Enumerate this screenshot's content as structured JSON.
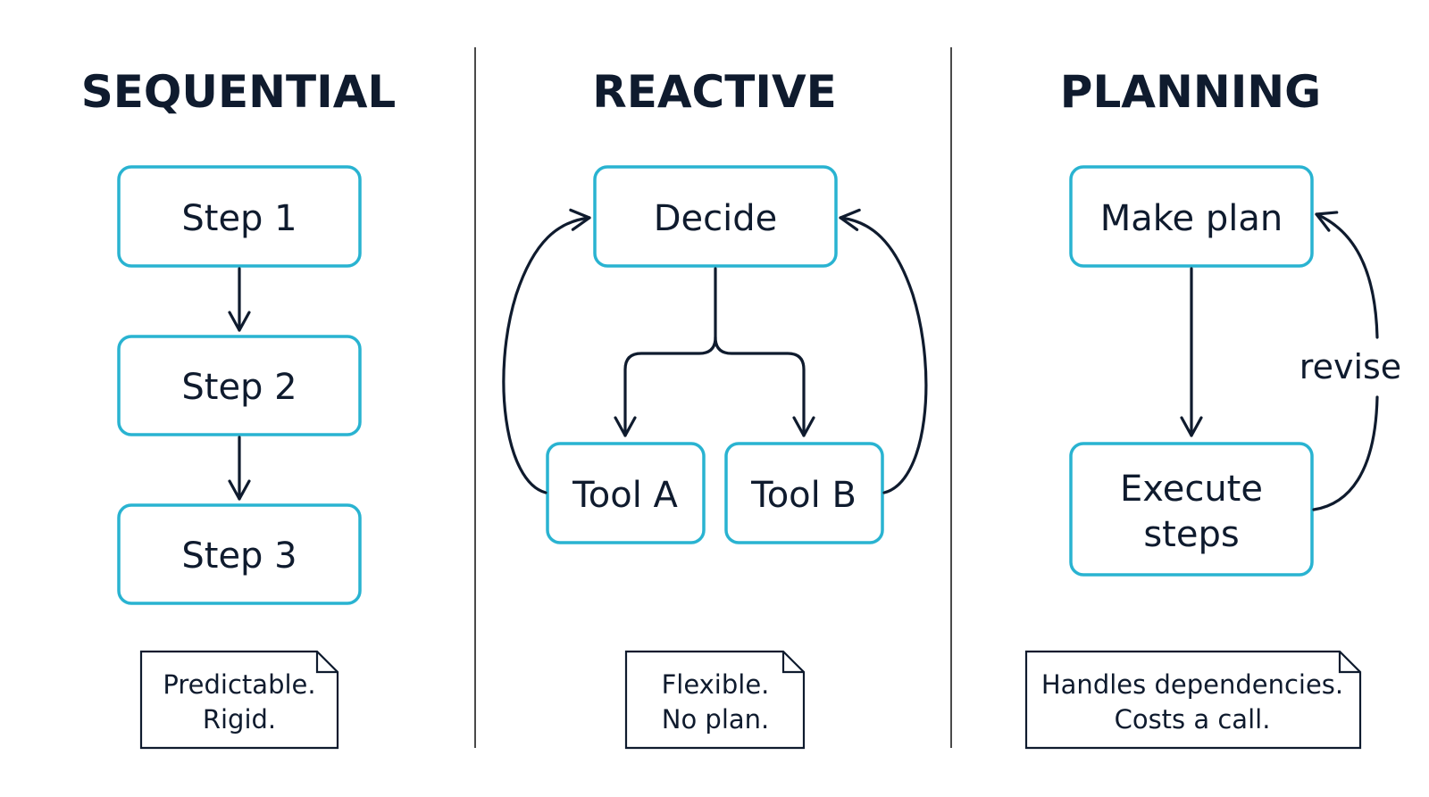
{
  "colors": {
    "node_border": "#29b3d1",
    "ink": "#0f1b2e",
    "divider": "#4a4a4a",
    "background": "#ffffff"
  },
  "panels": {
    "sequential": {
      "title": "SEQUENTIAL",
      "nodes": {
        "step1": "Step 1",
        "step2": "Step 2",
        "step3": "Step 3"
      },
      "note": {
        "line1": "Predictable.",
        "line2": "Rigid."
      }
    },
    "reactive": {
      "title": "REACTIVE",
      "nodes": {
        "decide": "Decide",
        "tool_a": "Tool A",
        "tool_b": "Tool B"
      },
      "note": {
        "line1": "Flexible.",
        "line2": "No plan."
      }
    },
    "planning": {
      "title": "PLANNING",
      "nodes": {
        "make_plan": "Make plan",
        "execute_line1": "Execute",
        "execute_line2": "steps"
      },
      "edge_label": "revise",
      "note": {
        "line1": "Handles dependencies.",
        "line2": "Costs a call."
      }
    }
  }
}
